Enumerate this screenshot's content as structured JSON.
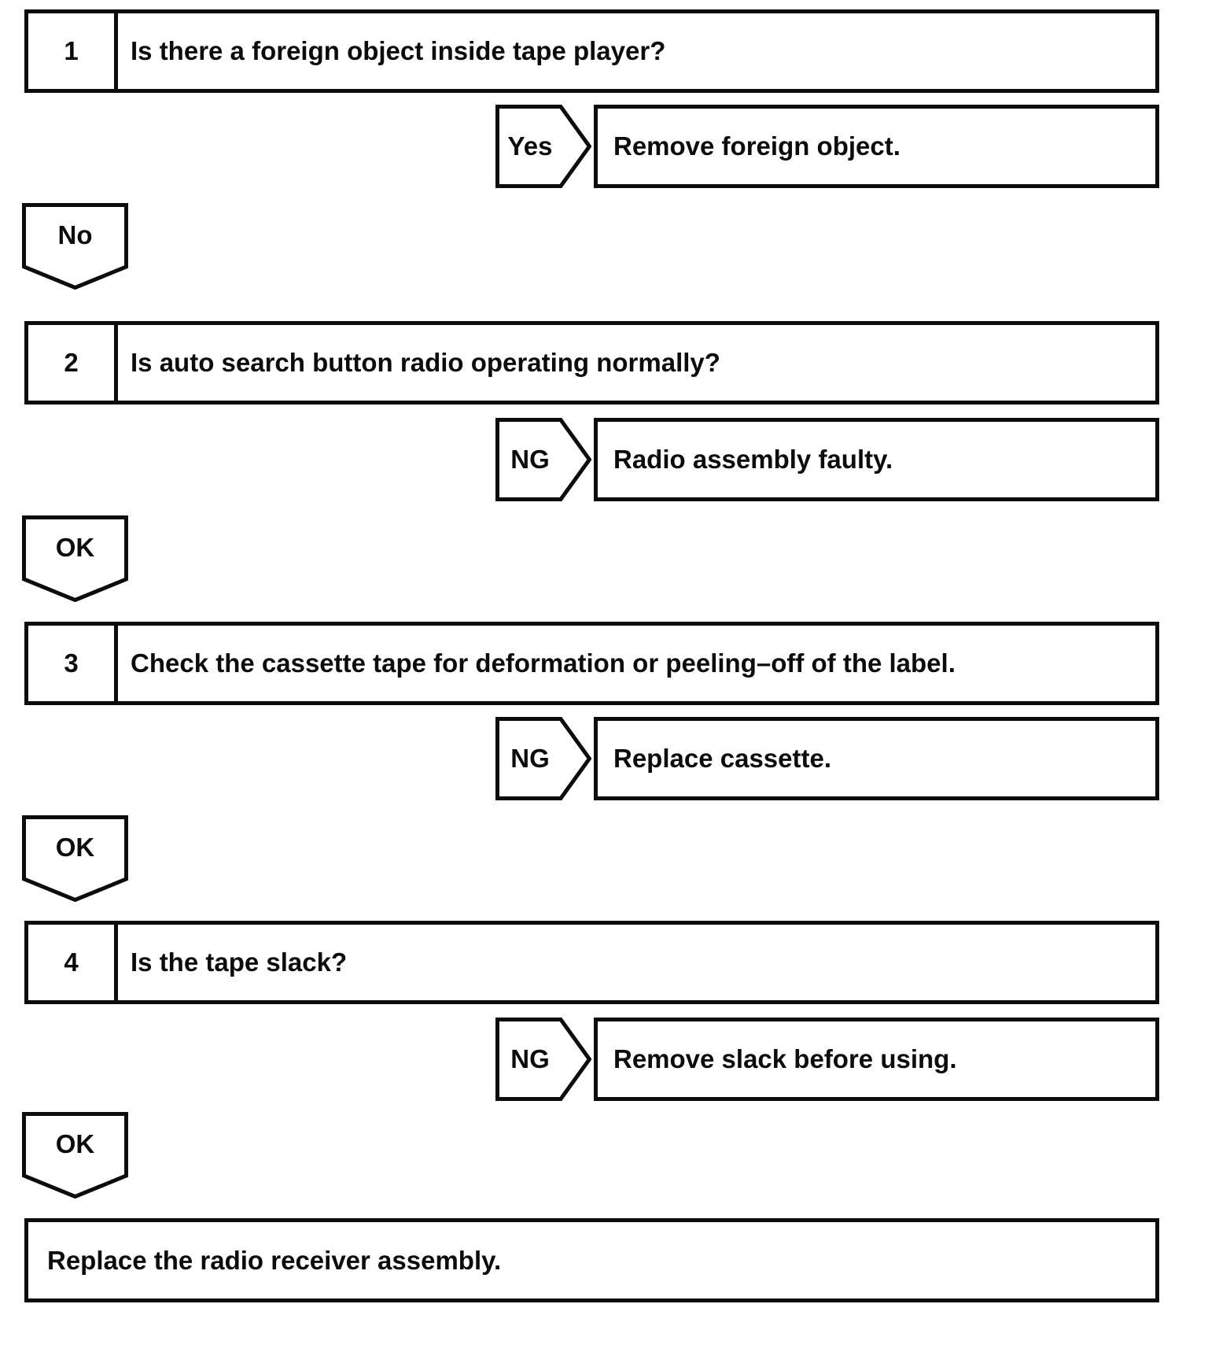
{
  "page": {
    "background_color": "#ffffff",
    "line_color": "#0c0c0c"
  },
  "flowchart": {
    "steps": [
      {
        "number": "1",
        "question": "Is there a foreign object inside tape player?",
        "branch_label": "Yes",
        "branch_result": "Remove foreign object.",
        "continue_label": "No"
      },
      {
        "number": "2",
        "question": "Is auto search button radio operating normally?",
        "branch_label": "NG",
        "branch_result": "Radio assembly faulty.",
        "continue_label": "OK"
      },
      {
        "number": "3",
        "question": "Check the cassette tape for deformation or peeling–off of the label.",
        "branch_label": "NG",
        "branch_result": "Replace cassette.",
        "continue_label": "OK"
      },
      {
        "number": "4",
        "question": "Is the tape slack?",
        "branch_label": "NG",
        "branch_result": "Remove slack before using.",
        "continue_label": "OK"
      }
    ],
    "final_action": "Replace the radio receiver assembly."
  }
}
